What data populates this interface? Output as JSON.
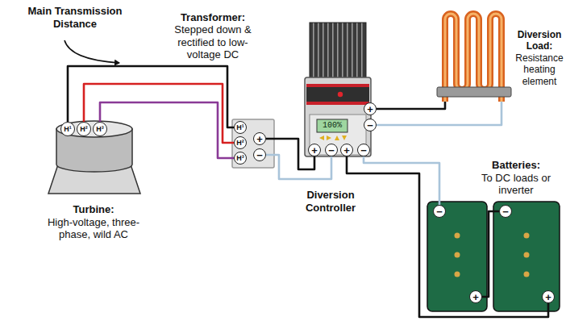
{
  "diagram": {
    "nodes": [
      {
        "text": [
          "Turbine:",
          "High-voltage, three-phase, wild AC"
        ]
      },
      {
        "text": [
          "H¹"
        ],
        "in": 0
      },
      {
        "text": [
          "H²"
        ],
        "in": 0
      },
      {
        "text": [
          "H³"
        ],
        "in": 0
      },
      {
        "text": [
          "Transformer:",
          "Stepped down & rectified to low-voltage DC"
        ]
      },
      {
        "text": [
          "H¹"
        ],
        "in": 4
      },
      {
        "text": [
          "H²"
        ],
        "in": 4
      },
      {
        "text": [
          "H³"
        ],
        "in": 4
      },
      {
        "text": [
          "+"
        ],
        "in": 4
      },
      {
        "text": [
          "−"
        ],
        "in": 4
      },
      {
        "text": [
          "Diversion Controller",
          "100%"
        ]
      },
      {
        "text": [
          "+"
        ],
        "in": 10
      },
      {
        "text": [
          "−"
        ],
        "in": 10
      },
      {
        "text": [
          "+"
        ],
        "in": 10
      },
      {
        "text": [
          "−"
        ],
        "in": 10
      },
      {
        "text": [
          "+"
        ],
        "in": 10
      },
      {
        "text": [
          "−"
        ],
        "in": 10
      },
      {
        "text": [
          "Diversion Load:",
          "Resistance heating element"
        ]
      },
      {
        "text": [
          "Batteries:",
          "To DC loads or inverter"
        ]
      },
      {
        "text": [
          "−"
        ],
        "in": 18
      },
      {
        "text": [
          "+"
        ],
        "in": 18
      },
      {
        "text": [
          "−"
        ],
        "in": 18
      },
      {
        "text": [
          "+"
        ],
        "in": 18
      }
    ],
    "edges": [
      {
        "from": 1,
        "to": 5,
        "arrow": "none"
      },
      {
        "from": 2,
        "to": 6,
        "arrow": "none"
      },
      {
        "from": 3,
        "to": 7,
        "arrow": "none"
      },
      {
        "from": 8,
        "to": 13,
        "arrow": "none"
      },
      {
        "from": 9,
        "to": 14,
        "arrow": "none"
      },
      {
        "from": 11,
        "to": 17,
        "arrow": "none"
      },
      {
        "from": 12,
        "to": 17,
        "arrow": "none"
      },
      {
        "from": 15,
        "to": 22,
        "arrow": "none"
      },
      {
        "from": 16,
        "to": 19,
        "arrow": "none"
      },
      {
        "from": 20,
        "to": 21,
        "arrow": "none"
      }
    ],
    "labels": [
      "Main Transmission Distance"
    ]
  }
}
